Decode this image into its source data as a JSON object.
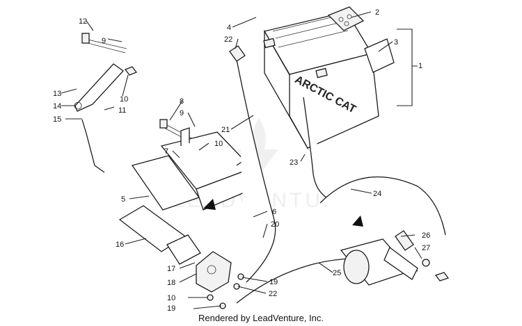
{
  "diagram": {
    "callouts": [
      "1",
      "2",
      "3",
      "4",
      "5",
      "6",
      "7",
      "8",
      "9",
      "10",
      "11",
      "12",
      "13",
      "14",
      "15",
      "16",
      "17",
      "18",
      "19",
      "20",
      "21",
      "22",
      "23",
      "24",
      "25",
      "26",
      "27"
    ],
    "battery_brand": "ARCTIC CAT",
    "watermark": "LEADVENTURE"
  },
  "footer": {
    "text": "Rendered by LeadVenture, Inc."
  }
}
